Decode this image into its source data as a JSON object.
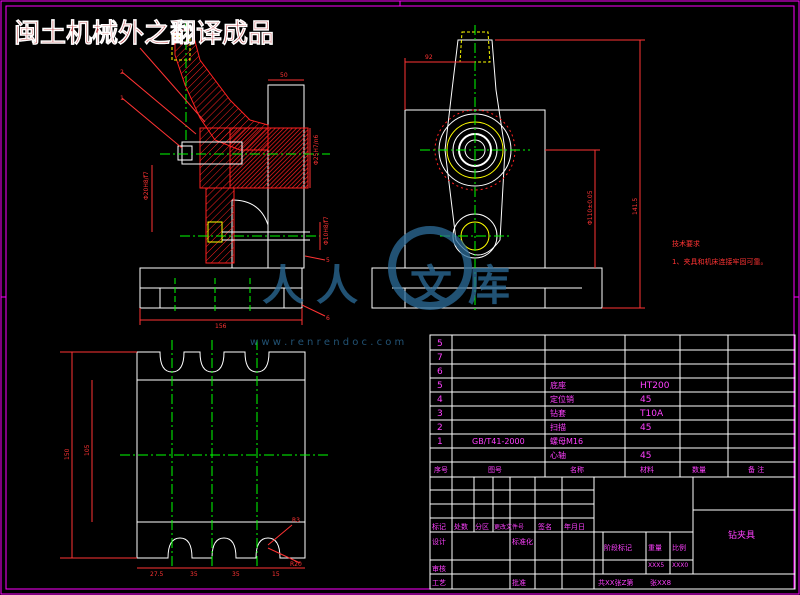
{
  "watermark_title": "闽土机械外之翻译成品",
  "watermark_logo": {
    "chars": [
      "人",
      "人",
      "文",
      "库"
    ],
    "url": "w w w . r e n r e n d o c . c o m"
  },
  "colors": {
    "background": "#000000",
    "outline": "#ffffff",
    "center_line": "#00ff00",
    "dimension": "#ff3333",
    "hidden": "#ffff00",
    "hatch": "#ff2020",
    "border": "#ff00ff",
    "note": "#ff3333",
    "bom_text": "#ff40ff",
    "table_line": "#ffffff",
    "watermark_red": "#b3262b",
    "watermark_blue": "#2d6e9b"
  },
  "dimensions": {
    "side_top": "50",
    "side_vert_left": "Φ20H8/f7",
    "side_vert_mid": "Φ25H7/n6",
    "side_vert_mid2": "Φ10H8/f7",
    "side_bottom": "156",
    "side_leader1": "5",
    "side_leader2": "6",
    "front_top": "92",
    "front_right1": "Φ110±0.05",
    "front_right2": "141.5",
    "plan_left_outer": "150",
    "plan_left_inner": "105",
    "plan_bottom1": "27.5",
    "plan_bottom2": "35",
    "plan_bottom3": "35",
    "plan_bottom4": "15",
    "plan_r1": "R3",
    "plan_r2": "R20"
  },
  "balloons": [
    "2",
    "1"
  ],
  "notes": {
    "title": "技术要求",
    "line1": "1、夹具和机床连接牢固可靠。"
  },
  "bom": {
    "rows": [
      {
        "no": "5",
        "code": "",
        "name": "",
        "material": "",
        "qty": "",
        "remark": ""
      },
      {
        "no": "7",
        "code": "",
        "name": "",
        "material": "",
        "qty": "",
        "remark": ""
      },
      {
        "no": "6",
        "code": "",
        "name": "底座",
        "material": "HT200",
        "qty": "",
        "remark": ""
      },
      {
        "no": "5",
        "code": "",
        "name": "定位销",
        "material": "45",
        "qty": "",
        "remark": ""
      },
      {
        "no": "4",
        "code": "",
        "name": "钻套",
        "material": "T10A",
        "qty": "",
        "remark": ""
      },
      {
        "no": "3",
        "code": "",
        "name": "扫描",
        "material": "45",
        "qty": "",
        "remark": ""
      },
      {
        "no": "2",
        "code": "GB/T41-2000",
        "name": "螺母M16",
        "material": "",
        "qty": "",
        "remark": ""
      },
      {
        "no": "1",
        "code": "",
        "name": "心轴",
        "material": "45",
        "qty": "",
        "remark": ""
      }
    ],
    "header": {
      "no": "序号",
      "code": "图号",
      "name": "名称",
      "material": "材料",
      "qty": "数量",
      "remark": "备 注"
    }
  },
  "title_block": {
    "drawing_name": "钻夹具",
    "row1": [
      "标记",
      "处数",
      "分区",
      "更改文件号",
      "签名",
      "年月日"
    ],
    "design": "设计",
    "standard": "标准化",
    "check": "审核",
    "process": "工艺",
    "approve": "批准",
    "stage_mark": "阶段标记",
    "weight": "重量",
    "scale": "比例",
    "weight_val": "XXX5",
    "scale_val": "XXX0",
    "sheets": "共XX张Z第",
    "sheet_no": "张XX8"
  }
}
